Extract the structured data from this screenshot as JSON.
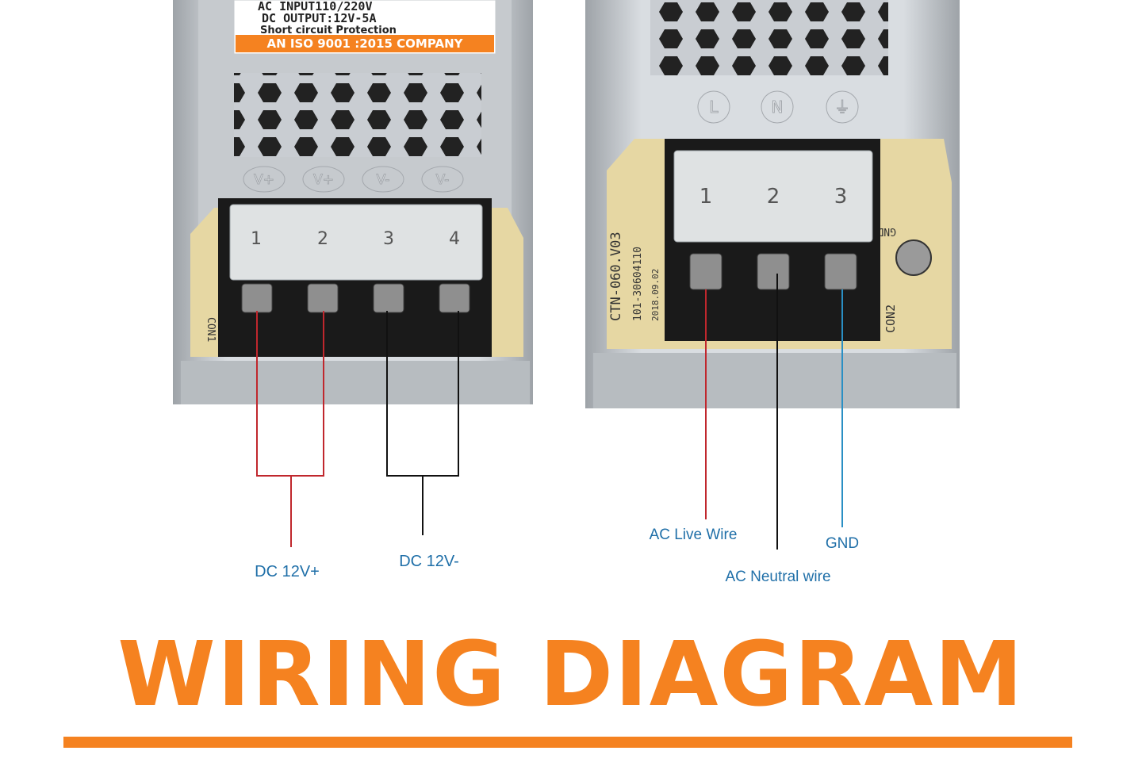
{
  "colors": {
    "accent": "#f58220",
    "label": "#1f6fa8",
    "wire_red": "#c0272d",
    "wire_black": "#111111",
    "wire_blue": "#2a8fc4",
    "case": "#c9cdd2",
    "pcb": "#e6d7a3",
    "terminal": "#1a1a1a"
  },
  "left_unit": {
    "label_lines": [
      "AC INPUT110/220V",
      "DC OUTPUT:12V-5A",
      "Short circuit Protection"
    ],
    "badge": "AN ISO 9001 :2015 COMPANY",
    "terminal_marks": [
      "V+",
      "V+",
      "V-",
      "V-"
    ],
    "terminal_numbers": [
      "1",
      "2",
      "3",
      "4"
    ],
    "connector_label": "CON1"
  },
  "right_unit": {
    "terminal_marks": [
      "L",
      "N",
      "⏚"
    ],
    "terminal_numbers": [
      "1",
      "2",
      "3"
    ],
    "connector_label": "CON2",
    "gnd_label": "GND1",
    "pcb_lines": [
      "CTN-060.V03",
      "101-30604110",
      "2018.09.02"
    ]
  },
  "wire_labels": {
    "dc_plus": "DC 12V+",
    "dc_minus": "DC 12V-",
    "ac_live": "AC Live Wire",
    "ac_neutral": "AC Neutral wire",
    "gnd": "GND"
  },
  "title": "WIRING DIAGRAM"
}
